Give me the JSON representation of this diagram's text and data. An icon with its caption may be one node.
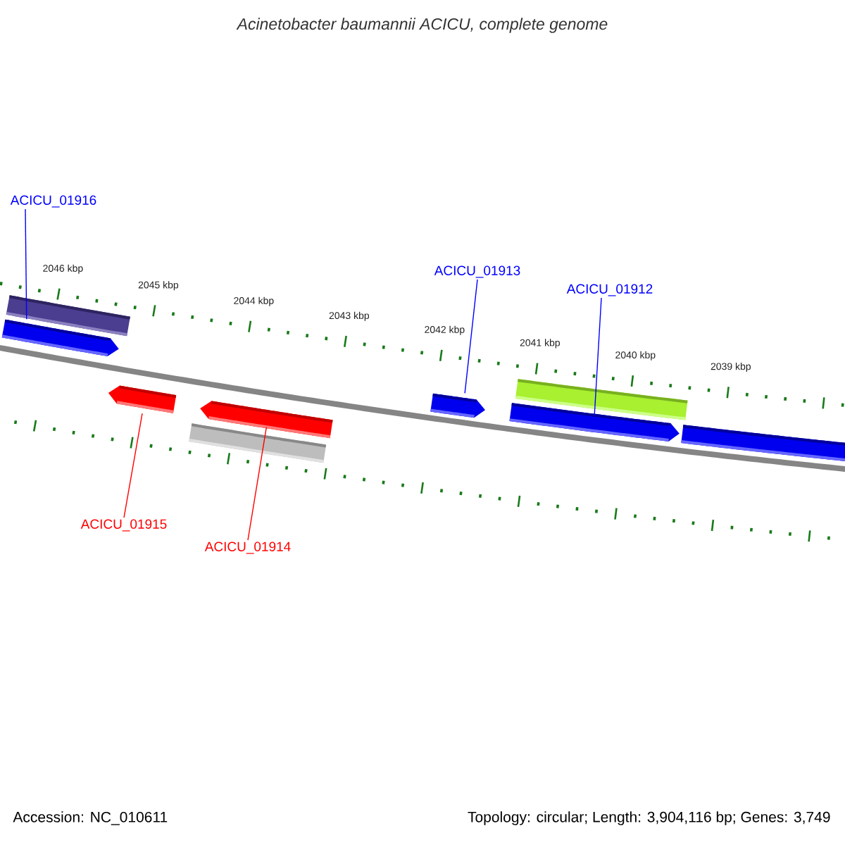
{
  "diagram": {
    "title": "Acinetobacter baumannii ACICU, complete genome",
    "nodes": [
      {
        "text": [
          "ACICU_01916"
        ]
      },
      {
        "text": [
          "ACICU_01913"
        ]
      },
      {
        "text": [
          "ACICU_01912"
        ]
      },
      {
        "text": [
          "ACICU_01915"
        ]
      },
      {
        "text": [
          "ACICU_01914"
        ]
      },
      {
        "text": [],
        "shape": "bar"
      },
      {
        "text": [],
        "shape": "bar"
      },
      {
        "text": [],
        "shape": "bar"
      },
      {
        "text": [],
        "shape": "bar"
      },
      {
        "text": [],
        "shape": "bar"
      },
      {
        "text": [],
        "shape": "bar"
      },
      {
        "text": [],
        "shape": "bar"
      },
      {
        "text": [],
        "shape": "bar"
      },
      {
        "text": [],
        "shape": "bar"
      }
    ],
    "edges": [
      {
        "from": 0,
        "to": 6,
        "arrow": "none"
      },
      {
        "from": 1,
        "to": 10,
        "arrow": "none"
      },
      {
        "from": 2,
        "to": 12,
        "arrow": "none"
      },
      {
        "from": 3,
        "to": 7,
        "arrow": "none",
        "color": "#ff0000"
      },
      {
        "from": 4,
        "to": 9,
        "arrow": "none",
        "color": "#ff0000"
      }
    ],
    "labels": [
      "2046 kbp",
      "2045 kbp",
      "2044 kbp",
      "2043 kbp",
      "2042 kbp",
      "2041 kbp",
      "2040 kbp",
      "2039 kbp",
      "Accession: NC_010611",
      "Topology: circular; Length: 3,904,116 bp; Genes: 3,749"
    ]
  }
}
